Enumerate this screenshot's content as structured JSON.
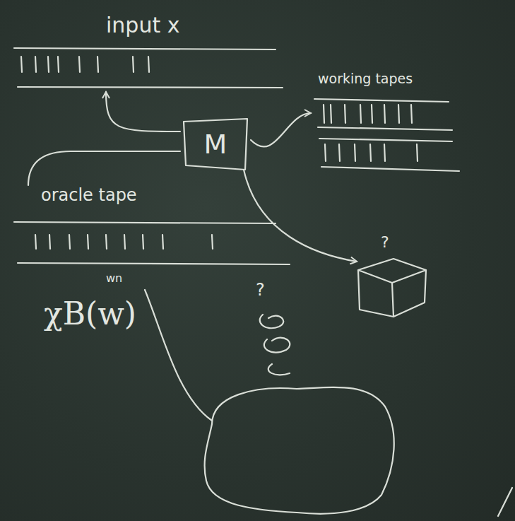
{
  "diagram": {
    "nodes": [
      {
        "text": [
          "input x"
        ]
      },
      {
        "text": [
          "M"
        ]
      },
      {
        "text": [
          "working tapes"
        ]
      },
      {
        "text": [
          "oracle tape"
        ]
      },
      {
        "text": [
          "?"
        ]
      }
    ],
    "edges": [
      {
        "from": 1,
        "to": 0,
        "arrow": "to"
      },
      {
        "from": 1,
        "to": 2,
        "arrow": "to"
      },
      {
        "from": 1,
        "to": 3,
        "arrow": "none"
      },
      {
        "from": 1,
        "to": 4,
        "arrow": "to"
      }
    ],
    "labels": [
      "wn",
      "χB(w)",
      "?"
    ]
  }
}
